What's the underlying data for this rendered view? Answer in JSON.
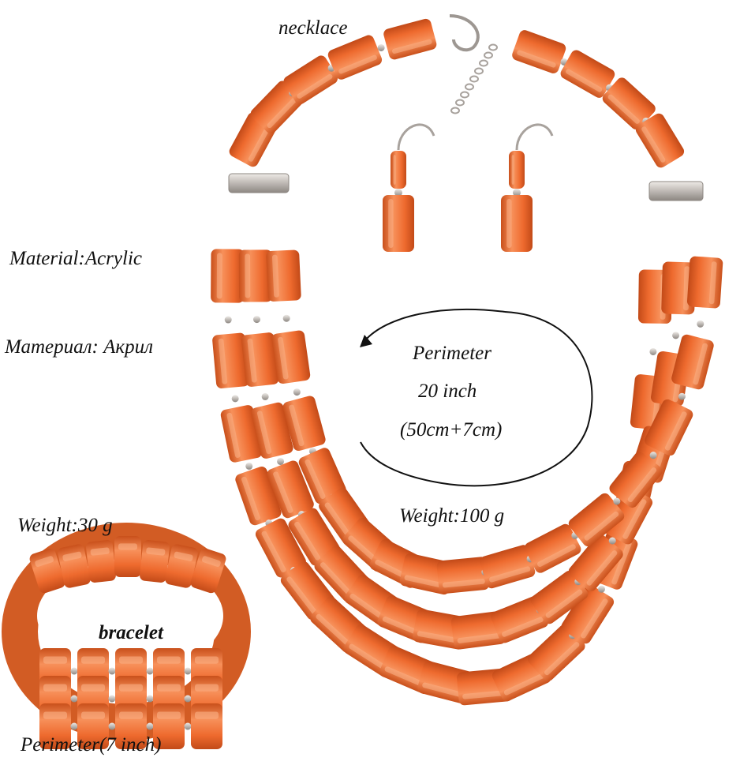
{
  "colors": {
    "bead": "#ee6a2e",
    "bead_dark": "#c9501b",
    "bead_light": "#f7905a",
    "metal": "#c9c2bd",
    "metal_dark": "#8d8782"
  },
  "labels": {
    "necklace": "necklace",
    "material_en": "Material:Acrylic",
    "material_ru": "Материал: Акрил",
    "perimeter_line1": "Perimeter",
    "perimeter_line2": "20 inch",
    "perimeter_line3": "(50cm+7cm)",
    "weight_necklace": "Weight:100 g",
    "weight_bracelet": "Weight:30 g",
    "bracelet": "bracelet",
    "perimeter_bracelet": "Perimeter(7 inch)"
  },
  "icons": {
    "perimeter_arrow": "curved-arrow-icon"
  }
}
